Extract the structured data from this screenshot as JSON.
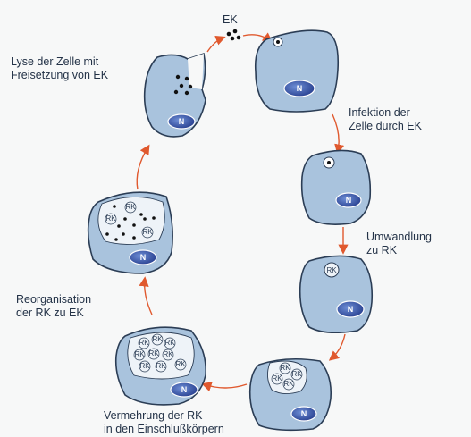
{
  "labels": {
    "ek_top": "EK",
    "lyse_line1": "Lyse der Zelle mit",
    "lyse_line2": "Freisetzung von EK",
    "infektion_line1": "Infektion der",
    "infektion_line2": "Zelle durch EK",
    "umwandlung_line1": "Umwandlung",
    "umwandlung_line2": "zu RK",
    "reorg_line1": "Reorganisation",
    "reorg_line2": "der RK zu EK",
    "vermehrung_line1": "Vermehrung der RK",
    "vermehrung_line2": "in den Einschlußkörpern"
  },
  "nucleus_label": "N",
  "rk_label": "RK",
  "colors": {
    "cell_fill": "#a9c3dd",
    "cell_stroke": "#2b3d55",
    "nucleus_fill": "#2f4fa7",
    "inclusion_fill": "#eef3f8",
    "arrow": "#e0592e",
    "text": "#233247"
  }
}
